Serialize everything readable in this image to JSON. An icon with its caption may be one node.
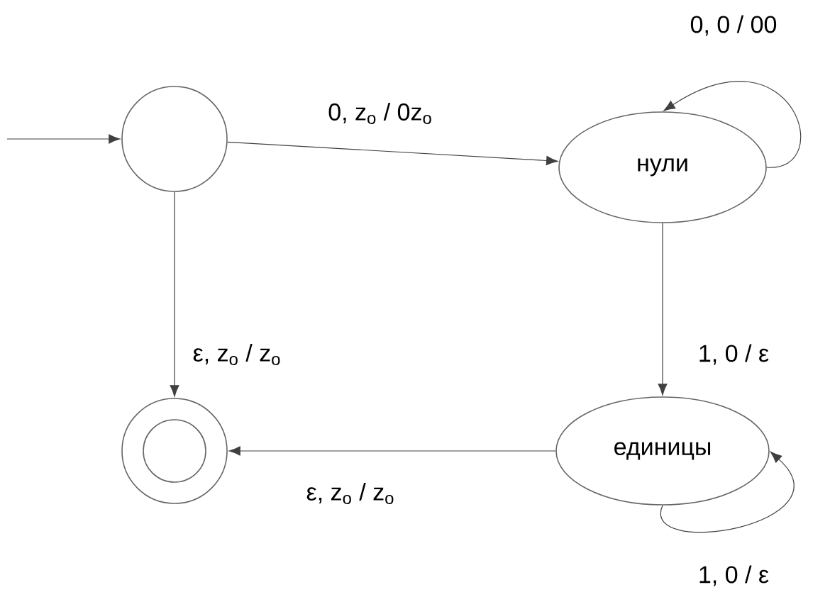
{
  "diagram": {
    "nodes": [
      {
        "text": [],
        "shape": "circle"
      },
      {
        "text": [
          "нули"
        ]
      },
      {
        "text": [],
        "shape": "circle"
      },
      {
        "text": [
          "единицы"
        ]
      }
    ],
    "edges": [
      {
        "from": null,
        "to": 0,
        "arrow": "to"
      },
      {
        "from": 0,
        "to": 1,
        "arrow": "to",
        "label": "0, z$_{o}$ / 0z$_{o}$"
      },
      {
        "from": 0,
        "to": 2,
        "arrow": "to",
        "label": "ε, z$_{o}$ / z$_{o}$"
      },
      {
        "from": 1,
        "to": 1,
        "arrow": "to",
        "label": "0, 0 / 00"
      },
      {
        "from": 1,
        "to": 3,
        "arrow": "to",
        "label": "1, 0 / ε"
      },
      {
        "from": 3,
        "to": 3,
        "arrow": "to",
        "label": "1, 0 / ε"
      },
      {
        "from": 3,
        "to": 2,
        "arrow": "to",
        "label": "ε, z$_{o}$ / z$_{o}$"
      }
    ]
  }
}
